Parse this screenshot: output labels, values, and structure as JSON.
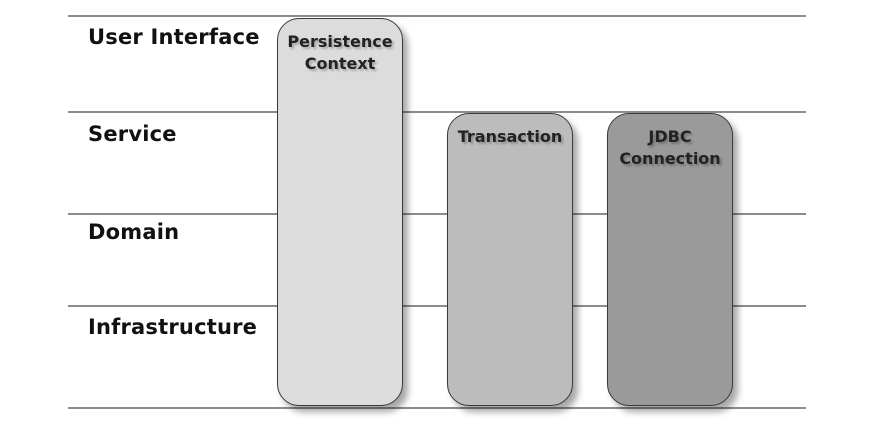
{
  "layers": [
    {
      "name": "User Interface"
    },
    {
      "name": "Service"
    },
    {
      "name": "Domain"
    },
    {
      "name": "Infrastructure"
    }
  ],
  "scopes": [
    {
      "label": "Persistence\nContext",
      "color": "#dcdcdc"
    },
    {
      "label": "Transaction",
      "color": "#bcbcbc"
    },
    {
      "label": "JDBC\nConnection",
      "color": "#9a9a9a"
    }
  ]
}
